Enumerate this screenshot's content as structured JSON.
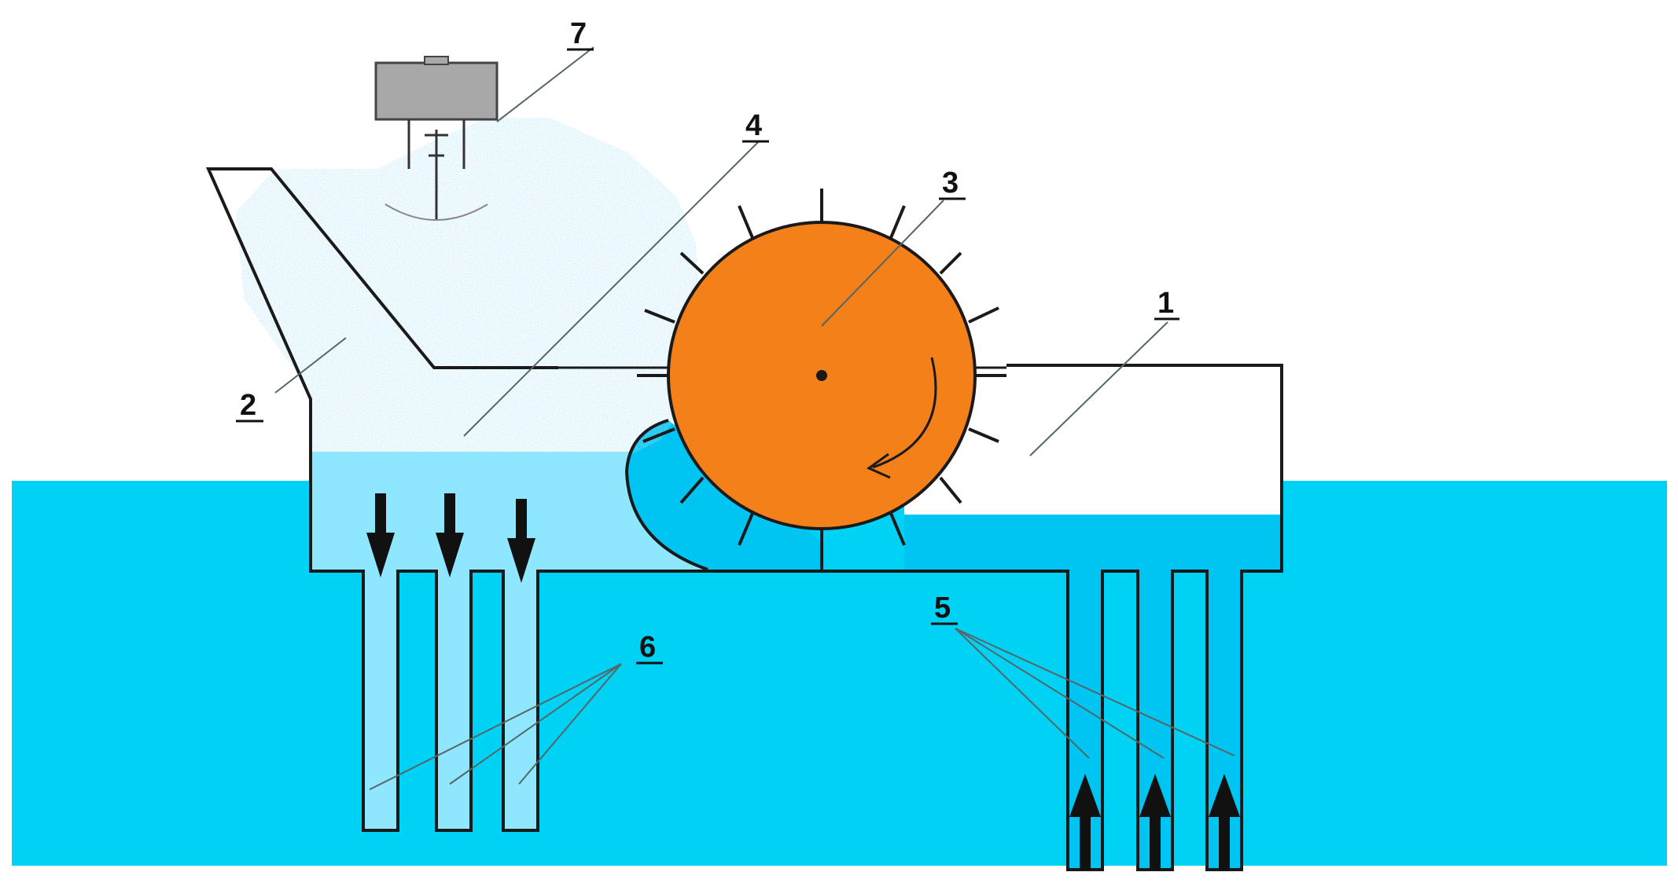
{
  "callouts": {
    "c1": "1",
    "c2": "2",
    "c3": "3",
    "c4": "4",
    "c5": "5",
    "c6": "6",
    "c7": "7"
  },
  "colors": {
    "water": "#00d2f5",
    "light_water": "#8fe6ff",
    "mid_water": "#00c4f2",
    "wheel": "#f4801a",
    "motor": "#a8a8a8",
    "foam": "#b9e6f6",
    "outline": "#1a1a1a"
  },
  "icons": {
    "down_arrows": [
      "arrow-down-icon",
      "arrow-down-icon",
      "arrow-down-icon"
    ],
    "up_arrows": [
      "arrow-up-icon",
      "arrow-up-icon",
      "arrow-up-icon"
    ],
    "rotation": "rotation-arrow-icon"
  }
}
